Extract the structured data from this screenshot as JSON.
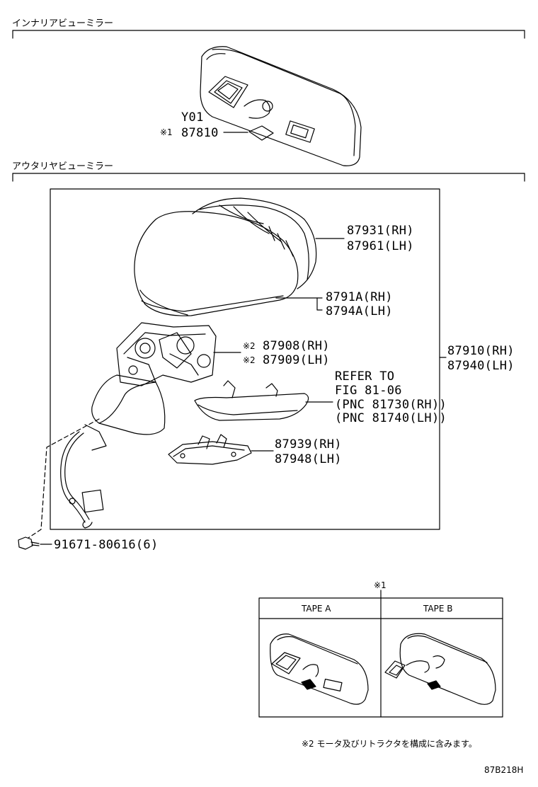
{
  "sections": {
    "inner_title": "インナリアビューミラー",
    "outer_title": "アウタリヤビューミラー"
  },
  "inner": {
    "code_y01": "Y01",
    "mark_1": "※1",
    "part_87810": "87810"
  },
  "outer": {
    "part_87931": "87931(RH)",
    "part_87961": "87961(LH)",
    "part_8791a": "8791A(RH)",
    "part_8794a": "8794A(LH)",
    "mark_2a": "※2",
    "part_87908": "87908(RH)",
    "mark_2b": "※2",
    "part_87909": "87909(LH)",
    "assy_87910": "87910(RH)",
    "assy_87940": "87940(LH)",
    "refer_1": "REFER TO",
    "refer_2": "FIG 81-06",
    "refer_3": "(PNC 81730(RH))",
    "refer_4": "(PNC 81740(LH))",
    "part_87939": "87939(RH)",
    "part_87948": "87948(LH)",
    "bolt": "91671-80616(6)"
  },
  "tape_box": {
    "mark": "※1",
    "col_a": "TAPE A",
    "col_b": "TAPE B"
  },
  "footnote": "※2 モータ及びリトラクタを構成に含みます。",
  "diagram_code": "87B218H"
}
